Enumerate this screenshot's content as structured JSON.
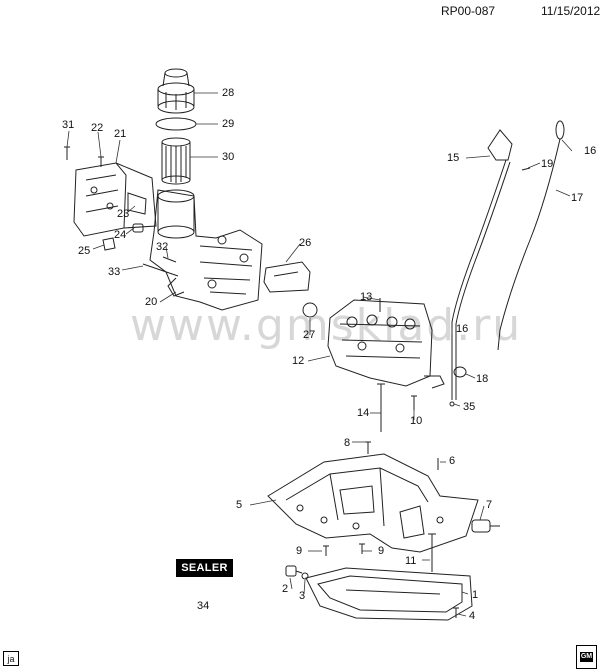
{
  "header": {
    "reference": "RP00-087",
    "date": "11/15/2012"
  },
  "watermark": "www.gmsklad.ru",
  "sealer": {
    "label": "SEALER",
    "callout": "34"
  },
  "footer": {
    "lang_code": "ja",
    "brand": "GM"
  },
  "callouts": [
    "1",
    "2",
    "3",
    "4",
    "5",
    "6",
    "7",
    "8",
    "9",
    "9",
    "10",
    "11",
    "12",
    "13",
    "14",
    "15",
    "16",
    "16",
    "17",
    "18",
    "19",
    "20",
    "21",
    "22",
    "23",
    "24",
    "25",
    "26",
    "27",
    "28",
    "29",
    "30",
    "31",
    "32",
    "33",
    "35"
  ]
}
